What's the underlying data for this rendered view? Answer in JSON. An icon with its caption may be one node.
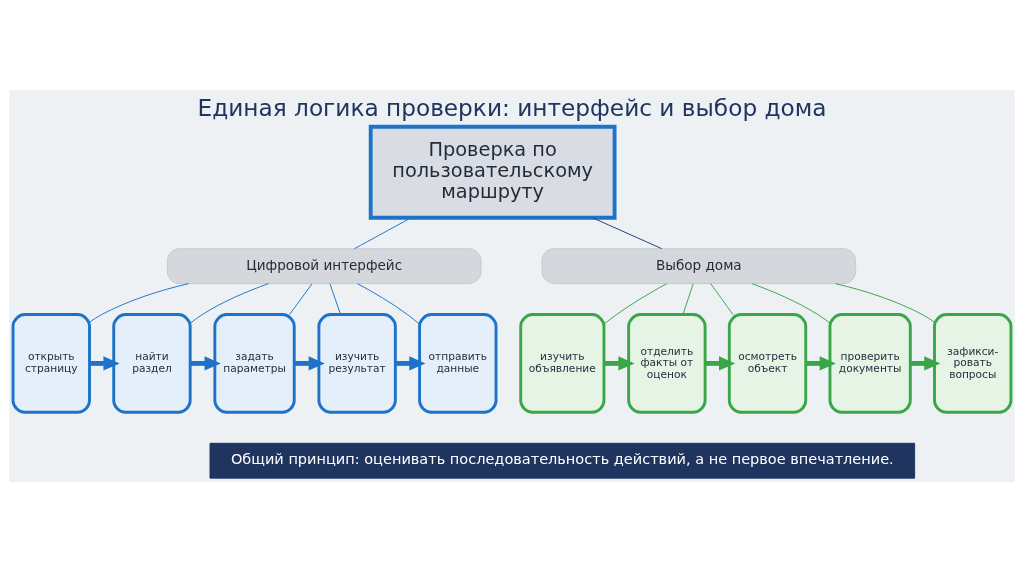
{
  "diagram": {
    "title": "Единая логика проверки: интерфейс и выбор дома",
    "nodes": [
      {
        "text": [
          "Проверка по пользовательскому маршруту"
        ]
      },
      {
        "text": [
          "Цифровой интерфейс"
        ]
      },
      {
        "text": [
          "Выбор дома"
        ]
      },
      {
        "text": [
          "открыть страницу"
        ]
      },
      {
        "text": [
          "найти раздел"
        ]
      },
      {
        "text": [
          "задать параметры"
        ]
      },
      {
        "text": [
          "изучить результат"
        ]
      },
      {
        "text": [
          "отправить данные"
        ]
      },
      {
        "text": [
          "изучить объявление"
        ]
      },
      {
        "text": [
          "отделить факты от оценок"
        ]
      },
      {
        "text": [
          "осмотреть объект"
        ]
      },
      {
        "text": [
          "проверить документы"
        ]
      },
      {
        "text": [
          "зафикси- ровать вопросы"
        ]
      },
      {
        "text": [
          "Общий принцип: оценивать последовательность действий, а не первое впечатление."
        ]
      }
    ],
    "edges": [
      {
        "from": 0,
        "to": 1,
        "arrow": "none"
      },
      {
        "from": 0,
        "to": 2,
        "arrow": "none",
        "color": "#1f3f73"
      },
      {
        "from": 1,
        "to": 3,
        "arrow": "none"
      },
      {
        "from": 1,
        "to": 4,
        "arrow": "none"
      },
      {
        "from": 1,
        "to": 5,
        "arrow": "none"
      },
      {
        "from": 1,
        "to": 6,
        "arrow": "none"
      },
      {
        "from": 1,
        "to": 7,
        "arrow": "none"
      },
      {
        "from": 2,
        "to": 8,
        "arrow": "none",
        "color": "#3aa648"
      },
      {
        "from": 2,
        "to": 9,
        "arrow": "none",
        "color": "#3aa648"
      },
      {
        "from": 2,
        "to": 10,
        "arrow": "none",
        "color": "#3aa648"
      },
      {
        "from": 2,
        "to": 11,
        "arrow": "none",
        "color": "#3aa648"
      },
      {
        "from": 2,
        "to": 12,
        "arrow": "none",
        "color": "#3aa648"
      },
      {
        "from": 3,
        "to": 4,
        "arrow": "to",
        "style": "thick"
      },
      {
        "from": 4,
        "to": 5,
        "arrow": "to",
        "style": "thick"
      },
      {
        "from": 5,
        "to": 6,
        "arrow": "to",
        "style": "thick"
      },
      {
        "from": 6,
        "to": 7,
        "arrow": "to",
        "style": "thick"
      },
      {
        "from": 8,
        "to": 9,
        "arrow": "to",
        "style": "thick",
        "color": "#3aa648"
      },
      {
        "from": 9,
        "to": 10,
        "arrow": "to",
        "style": "thick",
        "color": "#3aa648"
      },
      {
        "from": 10,
        "to": 11,
        "arrow": "to",
        "style": "thick",
        "color": "#3aa648"
      },
      {
        "from": 11,
        "to": 12,
        "arrow": "to",
        "style": "thick",
        "color": "#3aa648"
      }
    ]
  }
}
